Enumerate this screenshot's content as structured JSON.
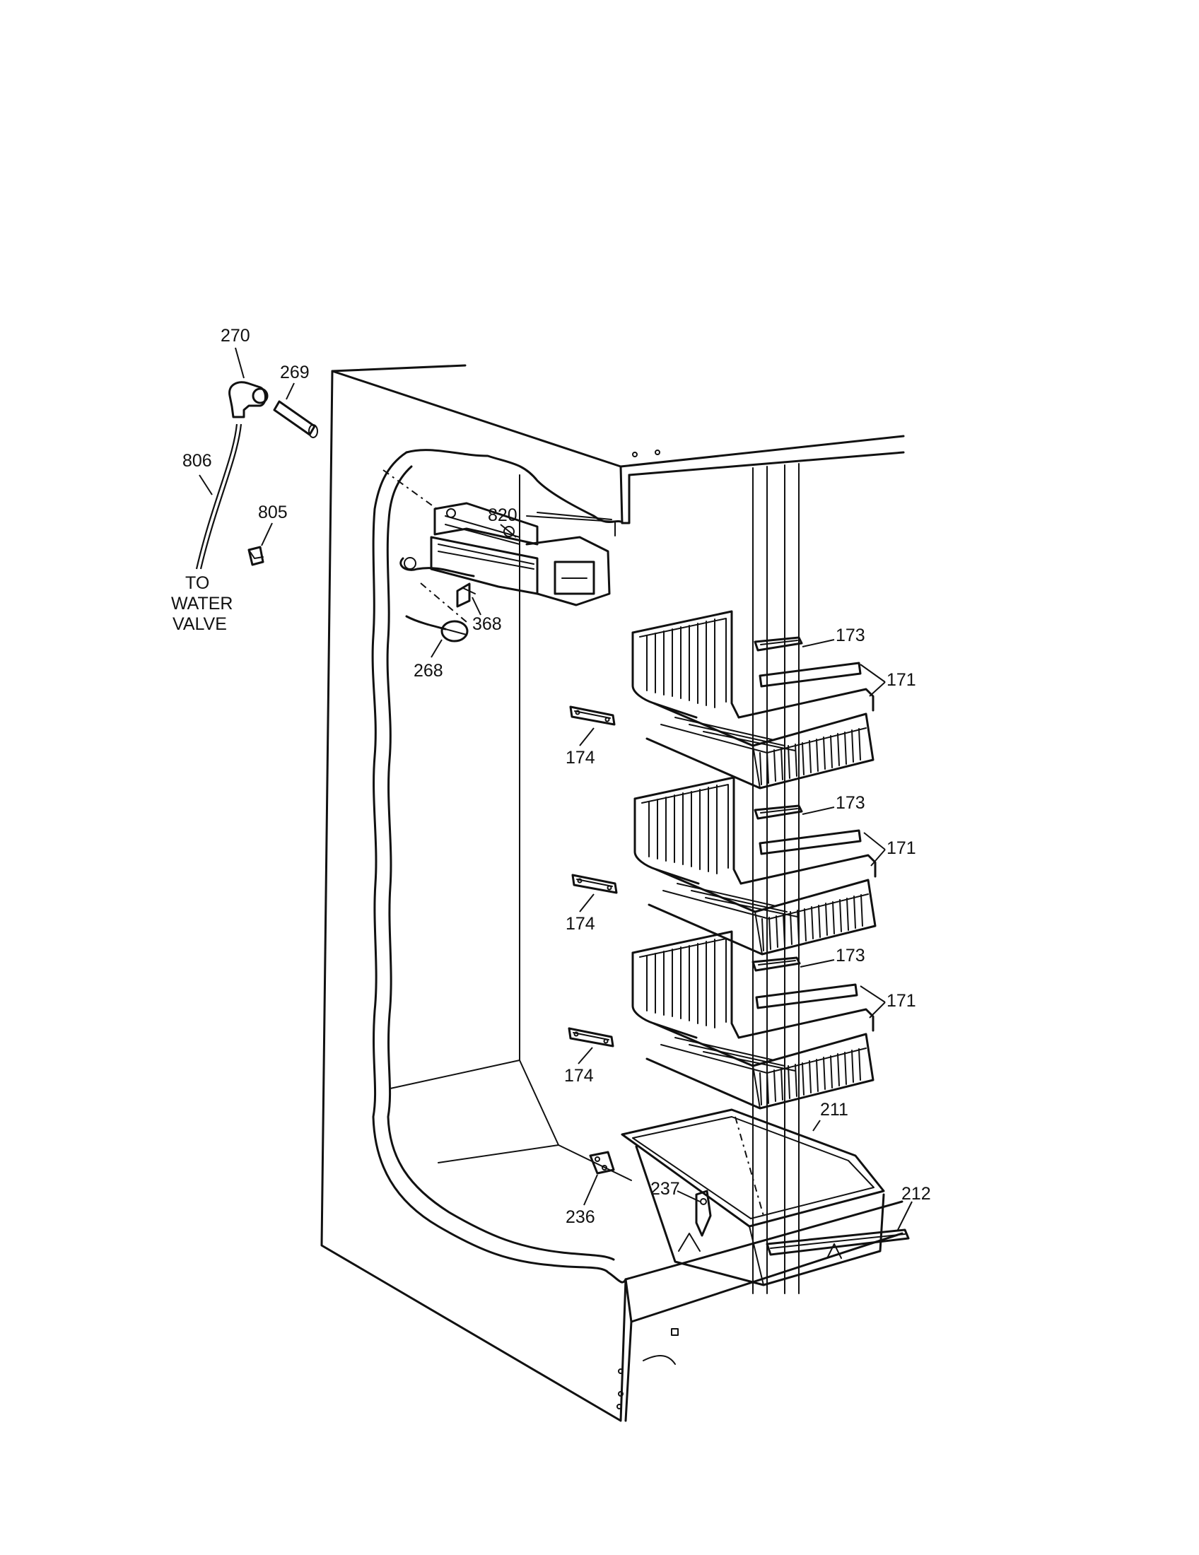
{
  "callouts": {
    "c270": "270",
    "c269": "269",
    "c806": "806",
    "c805": "805",
    "c820": "820",
    "c368": "368",
    "c268": "268",
    "c173a": "173",
    "c171a": "171",
    "c174a": "174",
    "c173b": "173",
    "c171b": "171",
    "c174b": "174",
    "c173c": "173",
    "c171c": "171",
    "c174c": "174",
    "c211": "211",
    "c237": "237",
    "c236": "236",
    "c212": "212"
  },
  "water_note": [
    "TO",
    "WATER",
    "VALVE"
  ]
}
